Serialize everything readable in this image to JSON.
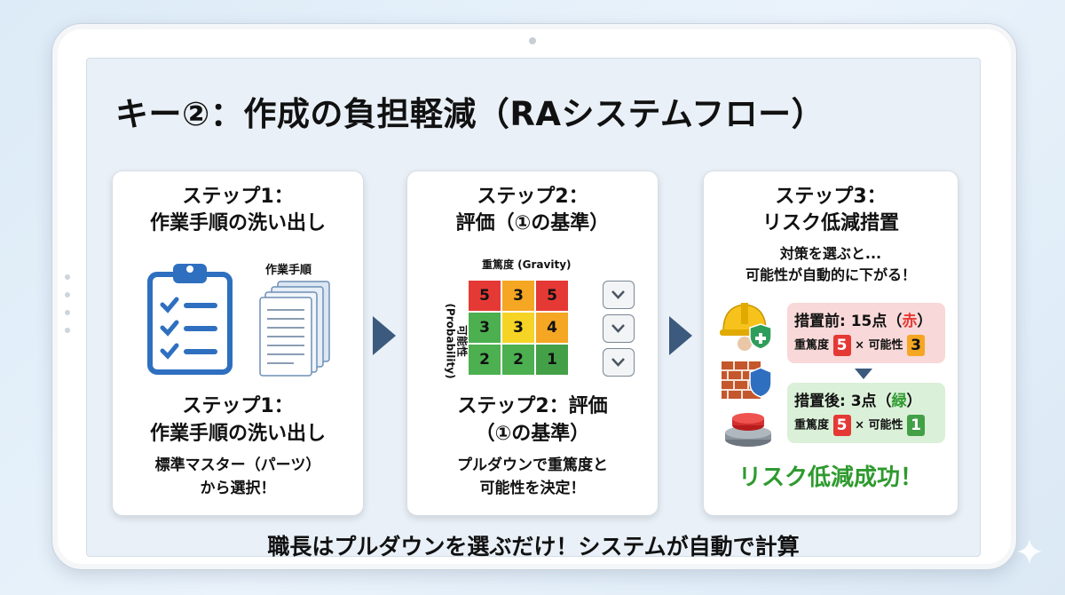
{
  "title": "キー②：作成の負担軽減（RAシステムフロー）",
  "step1": {
    "heading_line1": "ステップ1：",
    "heading_line2": "作業手順の洗い出し",
    "doc_label": "作業手順",
    "sub_line1": "ステップ1：",
    "sub_line2": "作業手順の洗い出し",
    "desc_line1": "標準マスター（パーツ）",
    "desc_line2": "から選択！"
  },
  "step2": {
    "heading_line1": "ステップ2：",
    "heading_line2": "評価（①の基準）",
    "matrix_top_label": "重篤度 (Gravity)",
    "matrix_side_label_1": "可能性",
    "matrix_side_label_2": "(Probability)",
    "matrix": [
      [
        {
          "v": "5",
          "c": "#e53935"
        },
        {
          "v": "3",
          "c": "#f5a623"
        },
        {
          "v": "5",
          "c": "#e53935"
        }
      ],
      [
        {
          "v": "3",
          "c": "#4caf50"
        },
        {
          "v": "3",
          "c": "#f5d425"
        },
        {
          "v": "4",
          "c": "#f5a623"
        }
      ],
      [
        {
          "v": "2",
          "c": "#4caf50"
        },
        {
          "v": "2",
          "c": "#4caf50"
        },
        {
          "v": "1",
          "c": "#43a047"
        }
      ]
    ],
    "sub_line1": "ステップ2：評価",
    "sub_line2": "（①の基準）",
    "desc_line1": "プルダウンで重篤度と",
    "desc_line2": "可能性を決定！"
  },
  "step3": {
    "heading_line1": "ステップ3：",
    "heading_line2": "リスク低減措置",
    "intro_line1": "対策を選ぶと...",
    "intro_line2": "可能性が自動的に下がる！",
    "before": {
      "label": "措置前: 15点",
      "color_open": "（",
      "color_word": "赤",
      "color_close": "）",
      "gravity_label": "重篤度",
      "gravity_value": "5",
      "times": "×",
      "prob_label": "可能性",
      "prob_value": "3"
    },
    "after": {
      "label": "措置後: 3点",
      "color_open": "（",
      "color_word": "緑",
      "color_close": "）",
      "gravity_label": "重篤度",
      "gravity_value": "5",
      "times": "×",
      "prob_label": "可能性",
      "prob_value": "1"
    },
    "success": "リスク低減成功！"
  },
  "footer": "職長はプルダウンを選ぶだけ！システムが自動で計算",
  "colors": {
    "arrow": "#3c5a7d",
    "red": "#e53935",
    "orange": "#f5a623",
    "green": "#43a047",
    "success_green": "#2e9a2e"
  }
}
